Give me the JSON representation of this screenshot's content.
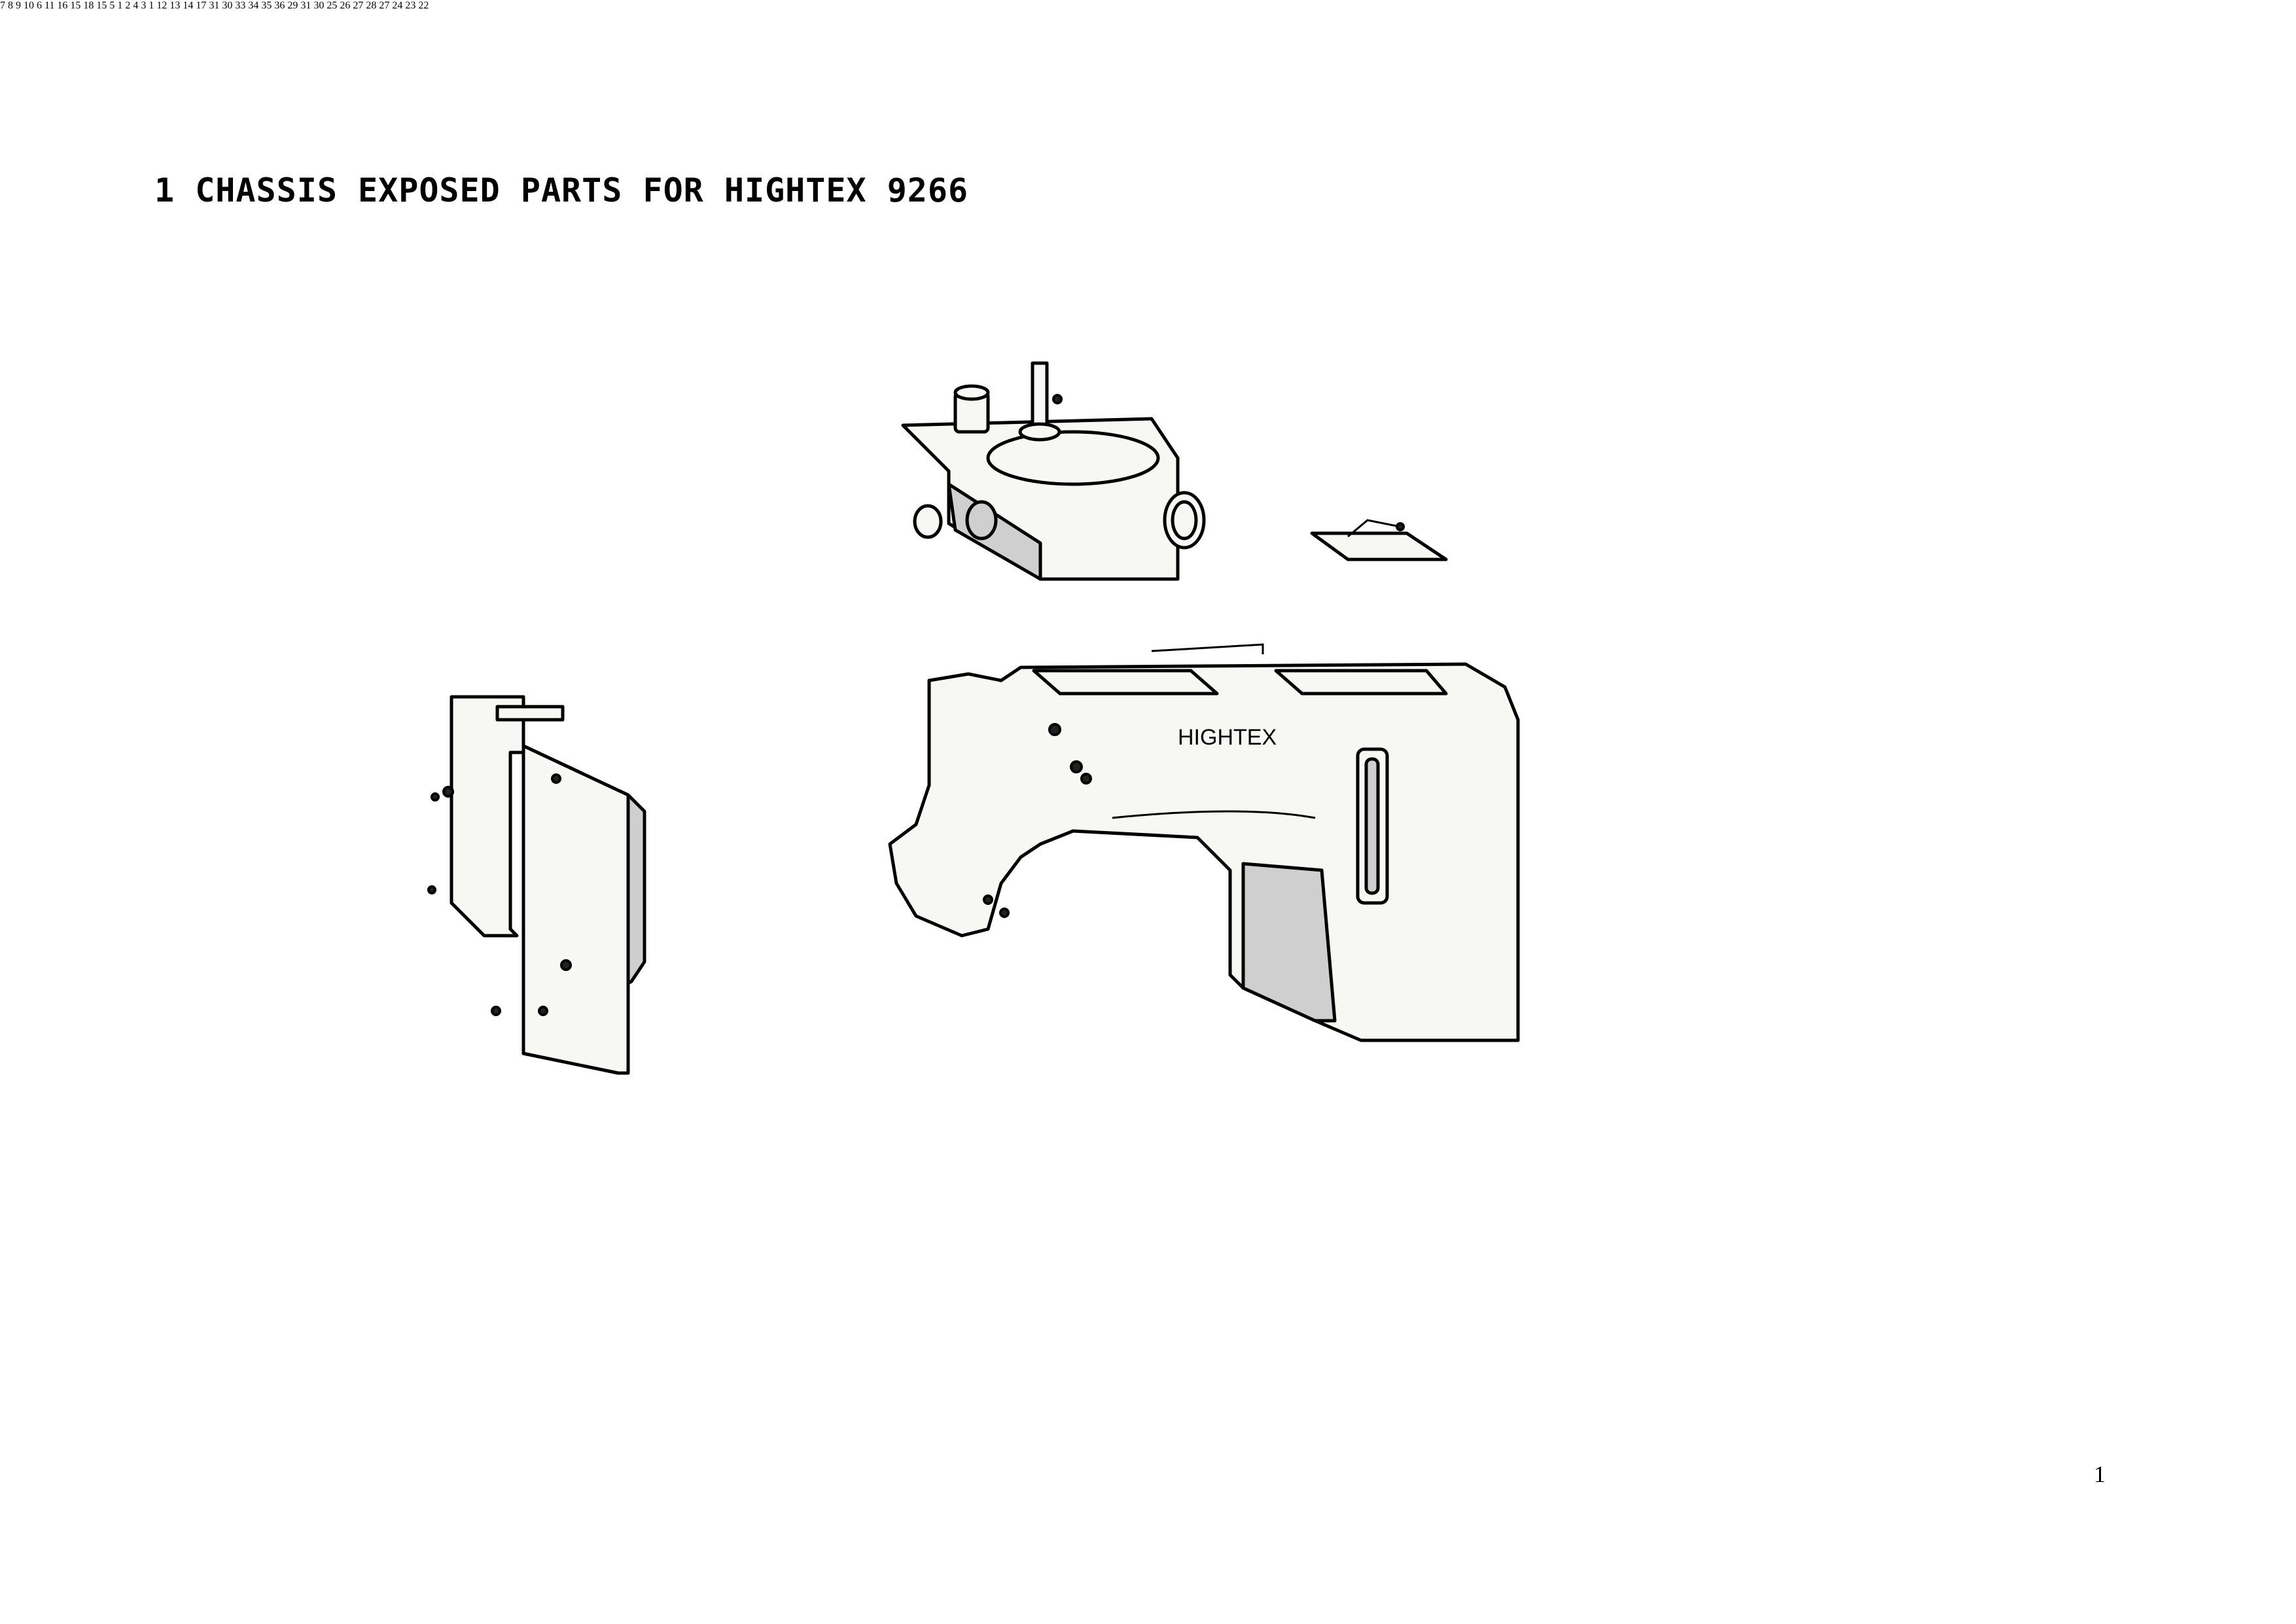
{
  "title": "1 CHASSIS EXPOSED PARTS FOR HIGHTEX 9266",
  "brand_label": "HIGHTEX",
  "page_number": "1",
  "callouts": [
    {
      "id": "c7",
      "text": "7"
    },
    {
      "id": "c8",
      "text": "8"
    },
    {
      "id": "c9",
      "text": "9"
    },
    {
      "id": "c10",
      "text": "10"
    },
    {
      "id": "c6",
      "text": "6"
    },
    {
      "id": "c11",
      "text": "11"
    },
    {
      "id": "c16",
      "text": "16"
    },
    {
      "id": "c15a",
      "text": "15"
    },
    {
      "id": "c18",
      "text": "18"
    },
    {
      "id": "c15b",
      "text": "15"
    },
    {
      "id": "c5",
      "text": "5"
    },
    {
      "id": "c1a",
      "text": "1"
    },
    {
      "id": "c2",
      "text": "2"
    },
    {
      "id": "c4",
      "text": "4"
    },
    {
      "id": "c3",
      "text": "3"
    },
    {
      "id": "c1b",
      "text": "1"
    },
    {
      "id": "c12",
      "text": "12"
    },
    {
      "id": "c13",
      "text": "13"
    },
    {
      "id": "c14",
      "text": "14"
    },
    {
      "id": "c17",
      "text": "17"
    },
    {
      "id": "c31a",
      "text": "31"
    },
    {
      "id": "c30a",
      "text": "30"
    },
    {
      "id": "c33",
      "text": "33"
    },
    {
      "id": "c34",
      "text": "34"
    },
    {
      "id": "c35",
      "text": "35"
    },
    {
      "id": "c36",
      "text": "36"
    },
    {
      "id": "c29",
      "text": "29"
    },
    {
      "id": "c31b",
      "text": "31"
    },
    {
      "id": "c30b",
      "text": "30"
    },
    {
      "id": "c25",
      "text": "25"
    },
    {
      "id": "c26",
      "text": "26"
    },
    {
      "id": "c27a",
      "text": "27"
    },
    {
      "id": "c28",
      "text": "28"
    },
    {
      "id": "c27b",
      "text": "27"
    },
    {
      "id": "c24",
      "text": "24"
    },
    {
      "id": "c23",
      "text": "23"
    },
    {
      "id": "c22",
      "text": "22"
    }
  ]
}
